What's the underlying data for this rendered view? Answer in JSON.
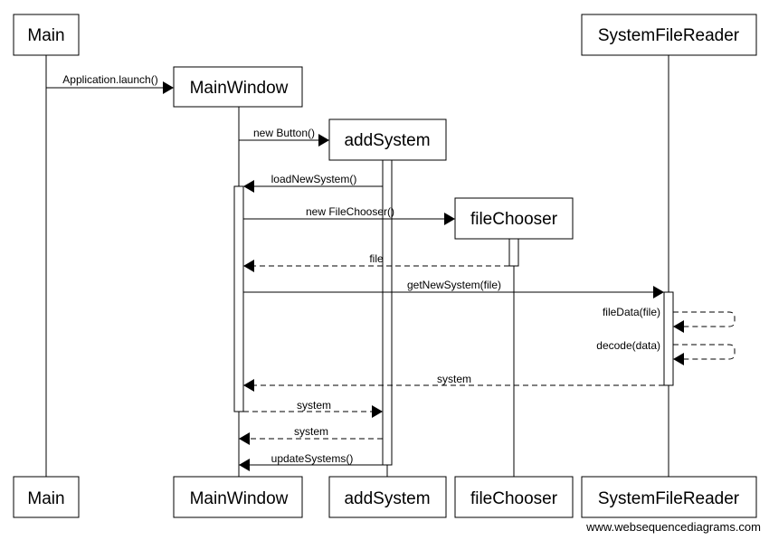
{
  "participants": {
    "main": "Main",
    "mainwindow": "MainWindow",
    "addsystem": "addSystem",
    "filechooser": "fileChooser",
    "systemfilereader": "SystemFileReader"
  },
  "messages": {
    "m1": "Application.launch()",
    "m2": "new Button()",
    "m3": "loadNewSystem()",
    "m4": "new FileChooser()",
    "m5": "file",
    "m6": "getNewSystem(file)",
    "m7": "fileData(file)",
    "m8": "decode(data)",
    "m9": "system",
    "m10": "system",
    "m11": "system",
    "m12": "updateSystems()"
  },
  "footer": {
    "credit": "www.websequencediagrams.com"
  }
}
